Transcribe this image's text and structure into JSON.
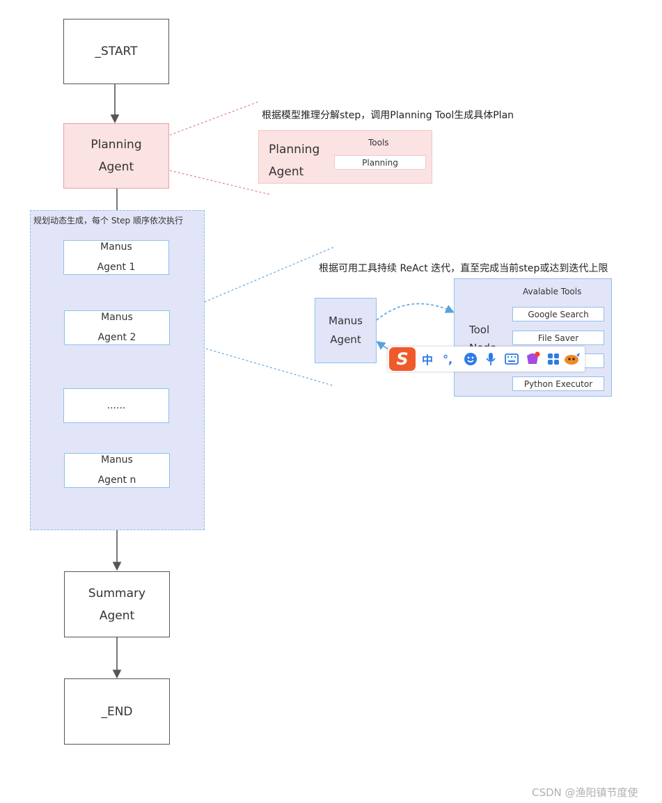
{
  "main_flow": {
    "start": "_START",
    "planning_line1": "Planning",
    "planning_line2": "Agent",
    "summary_line1": "Summary",
    "summary_line2": "Agent",
    "end": "_END"
  },
  "step_group": {
    "label": "规划动态生成，每个 Step 顺序依次执行",
    "steps": [
      {
        "line1": "Manus",
        "line2": "Agent 1"
      },
      {
        "line1": "Manus",
        "line2": "Agent 2"
      },
      {
        "line1": "......",
        "line2": ""
      },
      {
        "line1": "Manus",
        "line2": "Agent n"
      }
    ]
  },
  "planning_detail": {
    "note": "根据模型推理分解step，调用Planning Tool生成具体Plan",
    "agent_line1": "Planning",
    "agent_line2": "Agent",
    "tools_label": "Tools",
    "tool": "Planning"
  },
  "react_detail": {
    "note": "根据可用工具持续 ReAct 迭代，直至完成当前step或达到迭代上限",
    "agent_line1": "Manus",
    "agent_line2": "Agent",
    "tool_node_line1": "Tool",
    "tool_node_line2": "Node",
    "available_tools_label": "Avalable Tools",
    "tools": [
      "Google Search",
      "File Saver",
      "",
      "Python Executor"
    ]
  },
  "ime_toolbar": {
    "lang": "中",
    "punct": "°,",
    "icons": [
      "sogou-logo-icon",
      "emoji-icon",
      "microphone-icon",
      "keyboard-icon",
      "skin-icon",
      "apps-icon",
      "mascot-icon"
    ]
  },
  "watermark": "CSDN @渔阳镇节度使"
}
